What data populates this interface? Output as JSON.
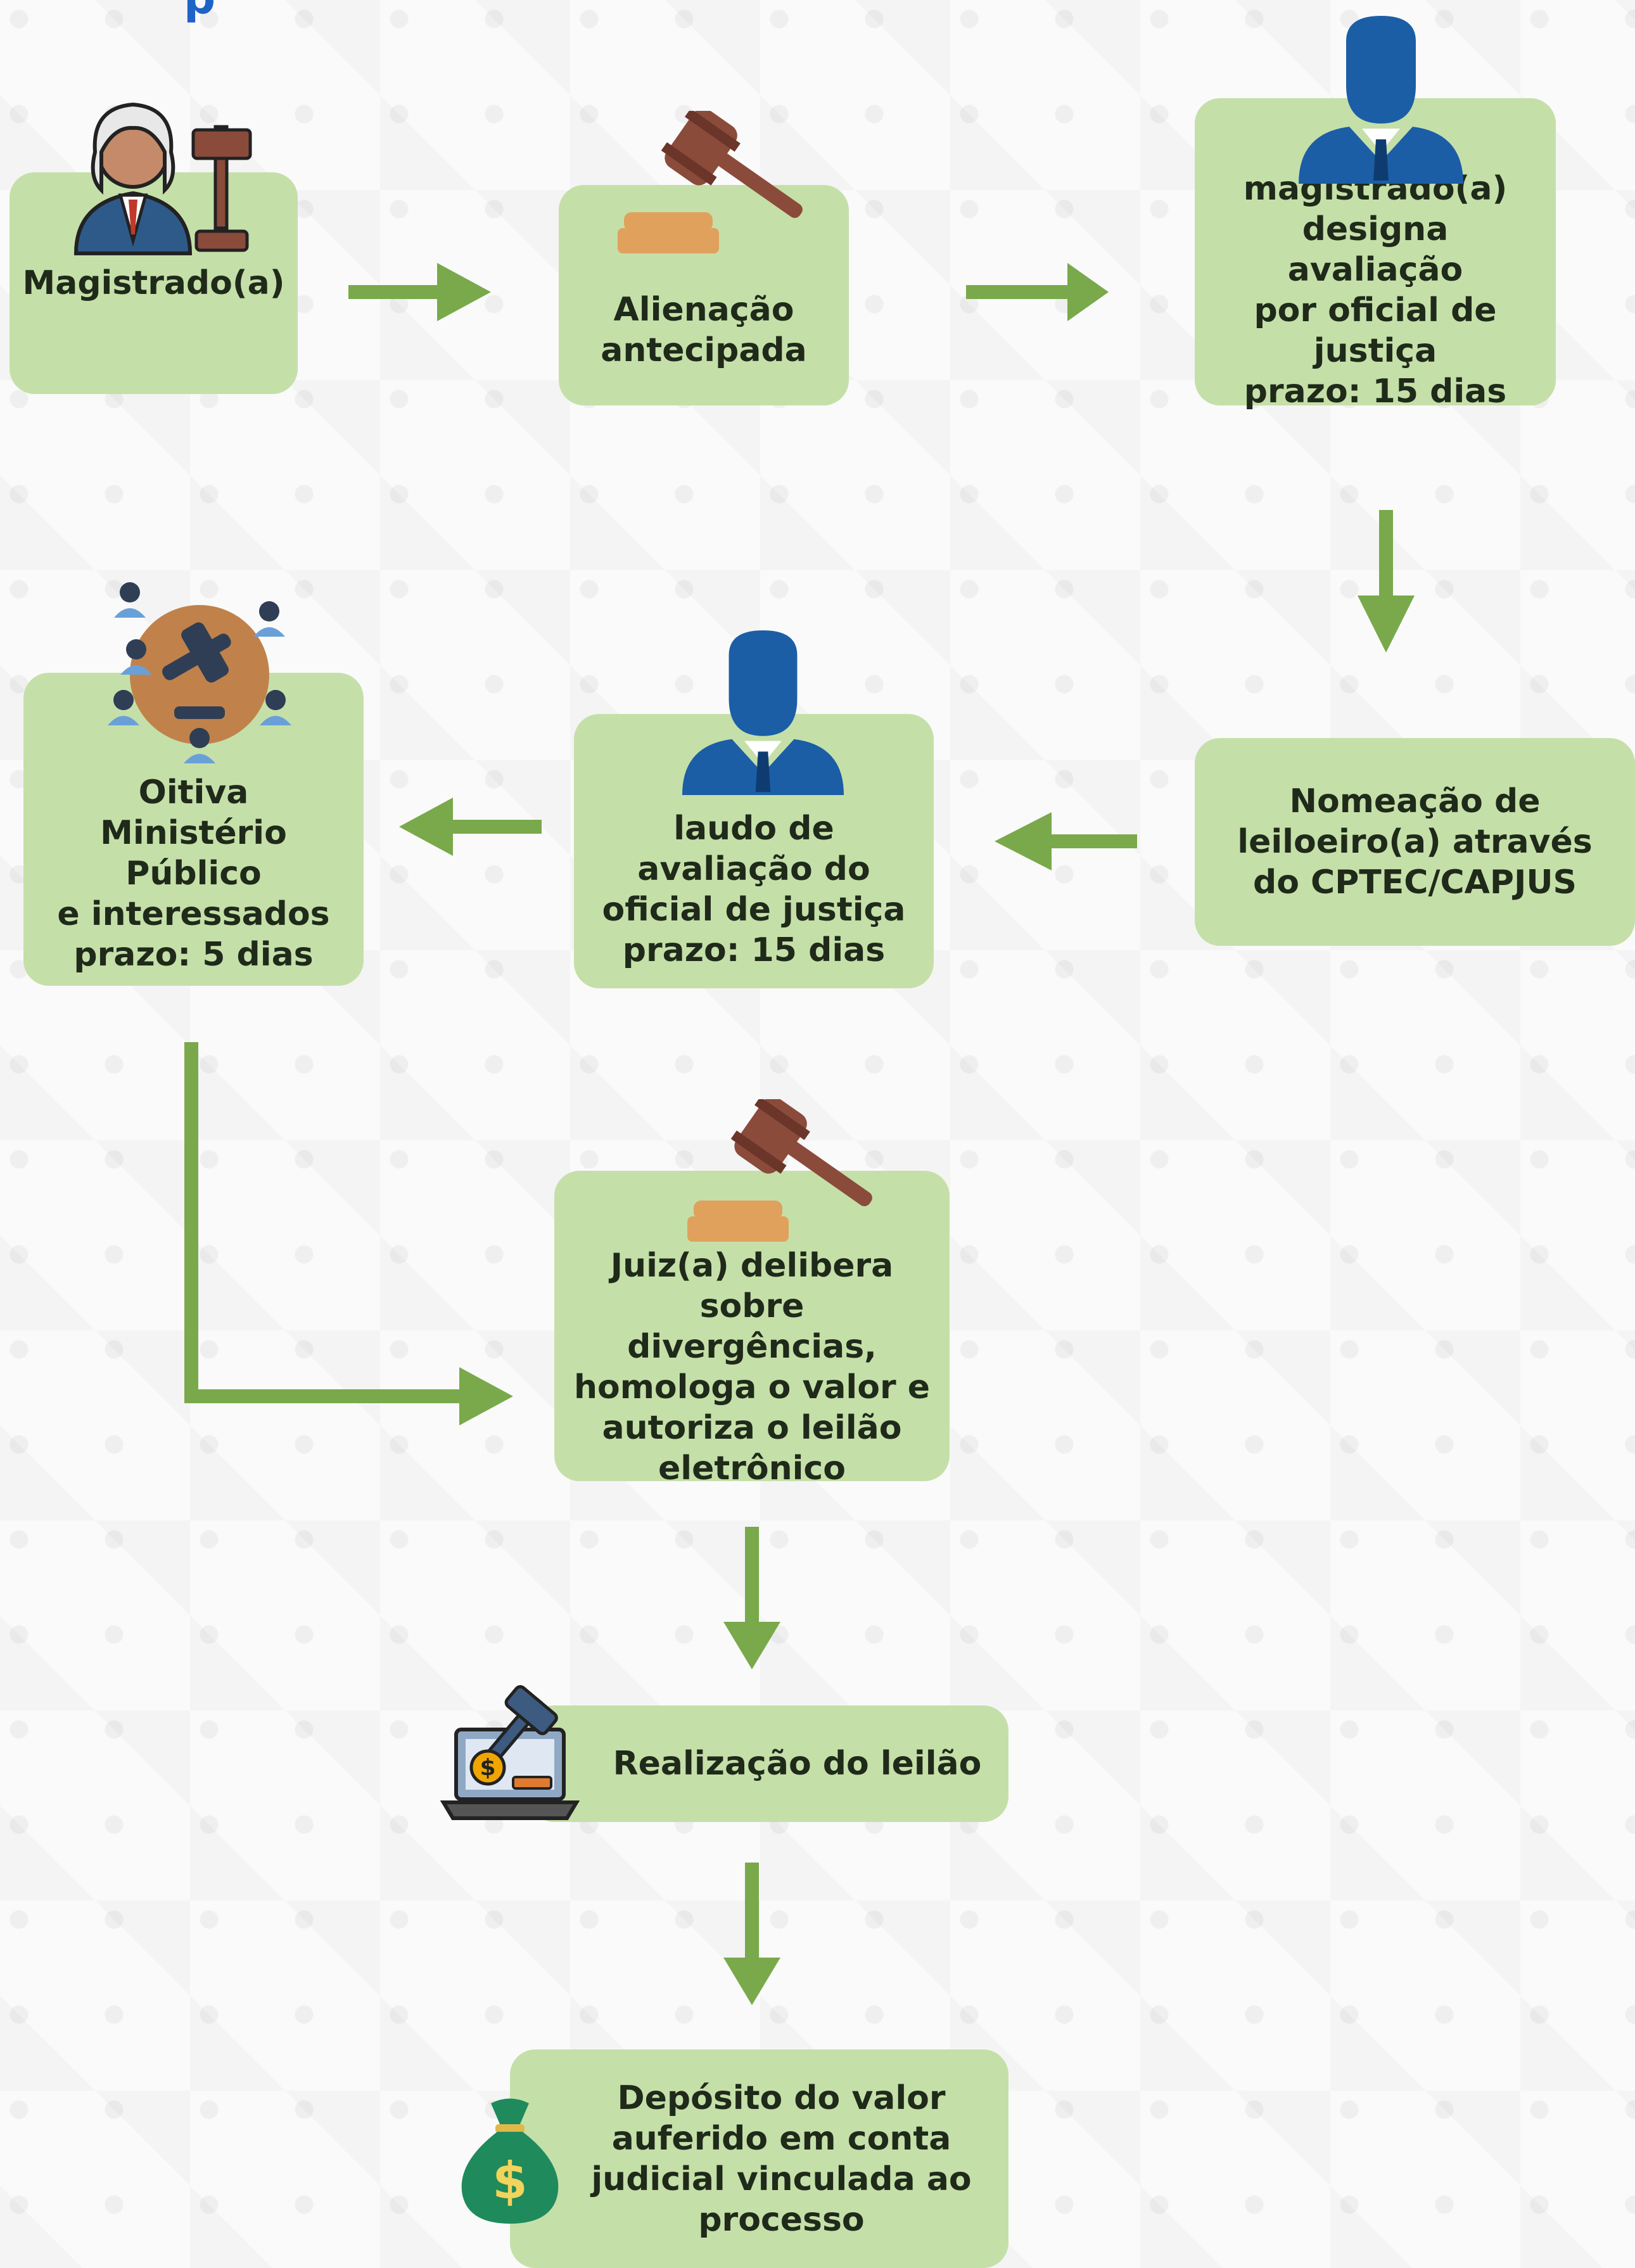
{
  "colors": {
    "box_fill": "#c5dfa9",
    "arrow": "#79a94b",
    "text": "#1f2a1a",
    "icon_blue": "#1b5ea6",
    "gavel_brown": "#8a4b3b",
    "gavel_base": "#e0a15d"
  },
  "header": {
    "partial_text": "p"
  },
  "nodes": {
    "magistrado": {
      "label": "Magistrado(a)",
      "icon": "judge-with-gavel-icon"
    },
    "alienacao": {
      "label": "Alienação\nantecipada",
      "icon": "gavel-icon"
    },
    "designa": {
      "label": "magistrado(a)\ndesigna avaliação\npor oficial de\njustiça\nprazo: 15 dias",
      "icon": "businessman-icon"
    },
    "nomeacao": {
      "label": "Nomeação de\nleiloeiro(a) através\ndo CPTEC/CAPJUS"
    },
    "laudo": {
      "label": "laudo de\navaliação do\noficial de justiça\nprazo: 15 dias",
      "icon": "businessman-icon"
    },
    "oitiva": {
      "label": "Oitiva\nMinistério Público\ne interessados\nprazo: 5 dias",
      "icon": "auction-people-icon"
    },
    "juiz": {
      "label": "Juiz(a) delibera\nsobre divergências,\nhomologa o valor  e\nautoriza o leilão\neletrônico",
      "icon": "gavel-icon"
    },
    "leilao": {
      "label": "Realização do leilão",
      "icon": "online-auction-laptop-icon"
    },
    "deposito": {
      "label": "Depósito do valor\nauferido em conta\njudicial vinculada ao\nprocesso",
      "icon": "money-bag-icon"
    }
  }
}
